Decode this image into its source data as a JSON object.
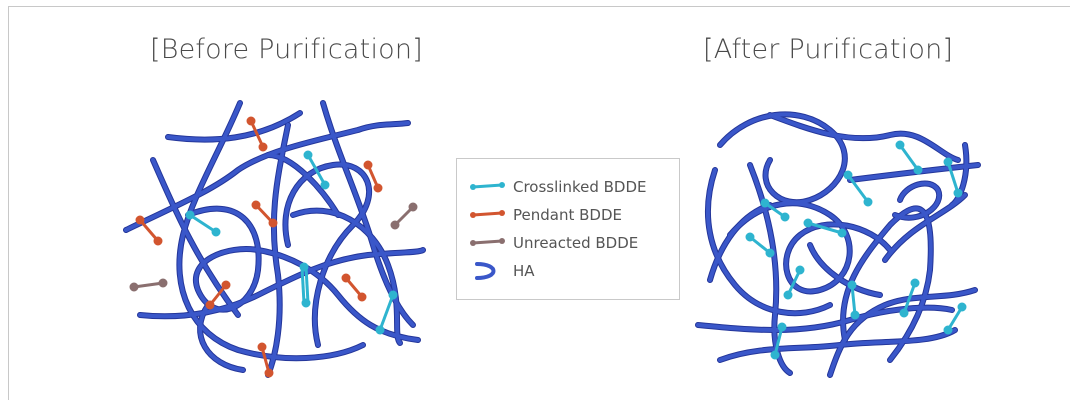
{
  "titles": {
    "before": "[Before Purification]",
    "after": "[After Purification]"
  },
  "legend": {
    "items": [
      {
        "label": "Crosslinked BDDE",
        "icon": "crosslinked-bdde-icon",
        "color": "#2eb4cf"
      },
      {
        "label": "Pendant BDDE",
        "icon": "pendant-bdde-icon",
        "color": "#d2552f"
      },
      {
        "label": "Unreacted BDDE",
        "icon": "unreacted-bdde-icon",
        "color": "#8a6f6f"
      },
      {
        "label": "HA",
        "icon": "ha-chain-icon",
        "color": "#3a57c9"
      }
    ]
  },
  "colors": {
    "ha": "#3a57c9",
    "ha_dark": "#24369a",
    "crosslinked": "#2eb4cf",
    "pendant": "#d2552f",
    "unreacted": "#8a6f6f"
  }
}
